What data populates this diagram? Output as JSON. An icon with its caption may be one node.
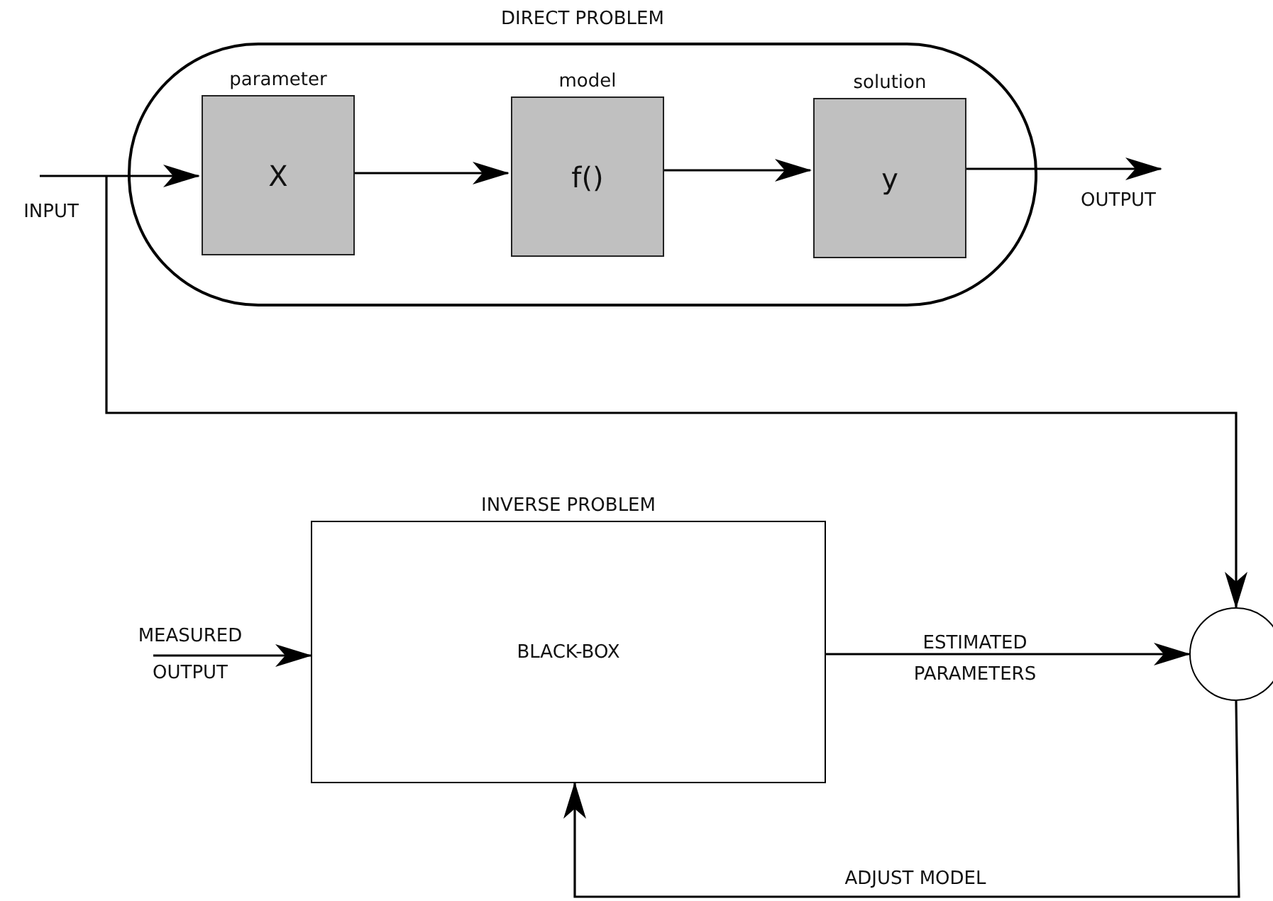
{
  "diagram": {
    "nodes": [
      {
        "text": [
          "DIRECT PROBLEM"
        ]
      },
      {
        "text": [
          "parameter",
          "X"
        ],
        "in": 0
      },
      {
        "text": [
          "model",
          "f()"
        ],
        "in": 0
      },
      {
        "text": [
          "solution",
          "y"
        ],
        "in": 0
      },
      {
        "text": [
          "INVERSE PROBLEM",
          "BLACK-BOX"
        ]
      },
      {
        "text": [],
        "shape": "circle"
      }
    ],
    "edges": [
      {
        "from": null,
        "to": 1,
        "arrow": "to",
        "label": "INPUT"
      },
      {
        "from": 1,
        "to": 2,
        "arrow": "to"
      },
      {
        "from": 2,
        "to": 3,
        "arrow": "to"
      },
      {
        "from": 3,
        "to": null,
        "arrow": "to",
        "label": "OUTPUT"
      },
      {
        "from": null,
        "to": 5,
        "arrow": "to"
      },
      {
        "from": null,
        "to": 4,
        "arrow": "to",
        "label": "MEASURED OUTPUT"
      },
      {
        "from": 4,
        "to": 5,
        "arrow": "to",
        "label": "ESTIMATED PARAMETERS"
      },
      {
        "from": 5,
        "to": 4,
        "arrow": "to",
        "label": "ADJUST MODEL"
      }
    ]
  }
}
